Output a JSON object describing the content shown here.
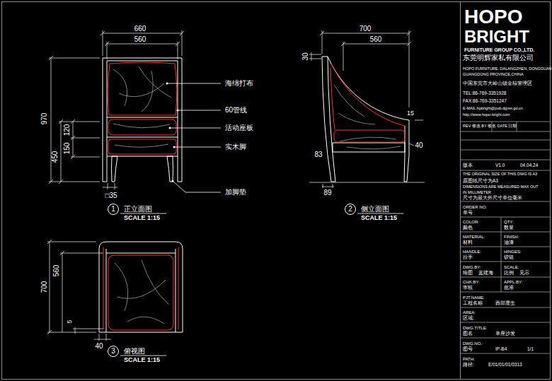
{
  "diagram": {
    "nodes": [
      {
        "text": [
          "1"
        ]
      },
      {
        "text": [
          "2"
        ]
      },
      {
        "text": [
          "3"
        ]
      }
    ],
    "labels": [
      "660",
      "560",
      "970",
      "450",
      "150",
      "120",
      "□35",
      "海绵打布",
      "60管线",
      "活动座板",
      "实木脚",
      "加脚垫",
      "正立面图",
      "SCALE 1:15",
      "700",
      "560",
      "30",
      "15",
      "40",
      "83",
      "89",
      "侧立面图",
      "SCALE 1:15",
      "700",
      "560",
      "5",
      "40",
      "俯视图",
      "SCALE 1:15",
      "HOPO",
      "BRIGHT",
      "FURNITURE GROUP CO.,LTD.",
      "东莞明辉家私有限公司",
      "HOPO FURNITURE: DALANGZHEN, DONGGUAN",
      "GUANGDONG PROVINCE,CHINA",
      "中国东莞市大岭山镇金桔管理区",
      "TEL:86-769-3351928",
      "FAX:86-769-3351247",
      "E-MAIL:hpbright@pub.dgnet.gd.cn",
      "http://www.hopo-bright.com",
      "REV 修改 BY 签名 DATE 日期",
      "版本",
      "V1.0",
      "04.04.24",
      "THE ORIGINAL SIZE OF THIS DWG IS A3",
      "原图纸尺寸为A3",
      "DIMENSIONS ARE MEASURED MAX OUT",
      "IN MILLIMETER",
      "尺寸为最大外尺寸单位毫米",
      "ORDER NO:",
      "单号",
      "COLOR:",
      "QTY:",
      "颜色",
      "数量",
      "MATERIAL:",
      "FINISH:",
      "材料",
      "油漆",
      "HANDLE:",
      "HINGES:",
      "拉手",
      "铰链",
      "DWG.BY:",
      "SCALE:",
      "绘图",
      "蓝建海",
      "比例",
      "见示",
      "CHK.BY:",
      "APPL.BY:",
      "审核",
      "批准",
      "PJT.NAME:",
      "工程名称",
      "西部度生",
      "AREA:",
      "区域:",
      "DWG.TITLE:",
      "图名",
      "单座沙发",
      "DWG.NO.:",
      "图号",
      "IP-B4",
      "1/1",
      "PATH:",
      "路径:",
      "E/01/01/01/0313"
    ]
  }
}
